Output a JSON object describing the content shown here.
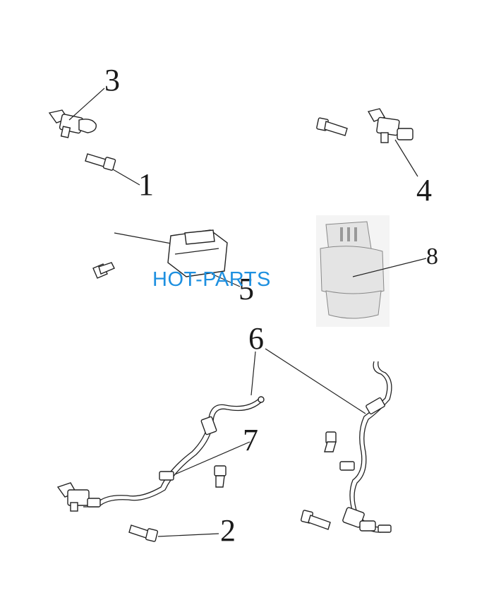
{
  "callouts": {
    "c1": "1",
    "c2": "2",
    "c3": "3",
    "c4": "4",
    "c5": "5",
    "c6": "6",
    "c7": "7",
    "c8": "8"
  },
  "watermark": "HOT-PARTS"
}
